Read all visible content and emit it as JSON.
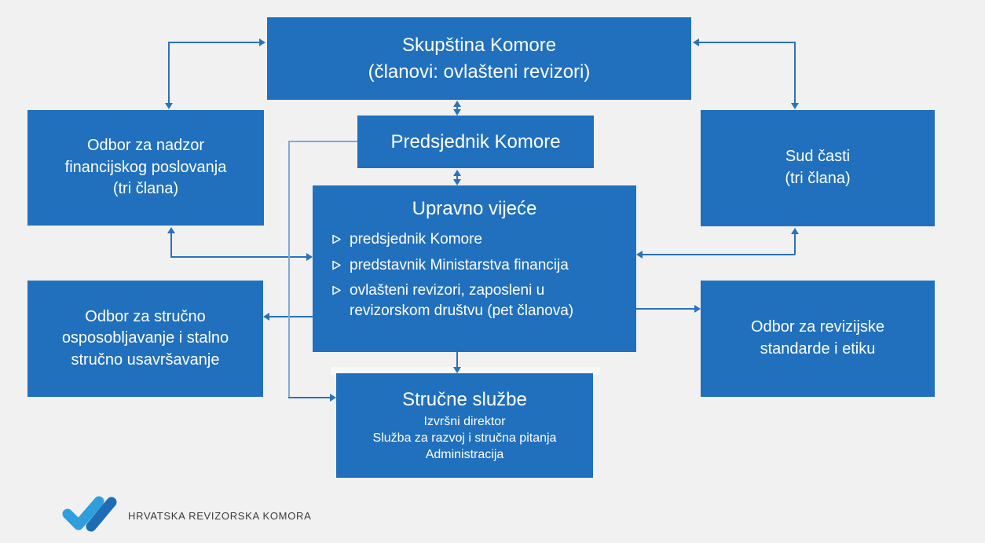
{
  "slide": {
    "background": "#f1f1f2"
  },
  "colors": {
    "box_blue": "#2170bd",
    "connector_blue": "#2a72b9",
    "connector_light_blue": "#7ea9d9",
    "box_text": "#ffffff",
    "logo_light_blue": "#2e9fdc",
    "logo_dark_blue": "#1d6cb5",
    "footer_text_color": "#3b3b3b"
  },
  "org_chart": {
    "skupstina": {
      "lines": [
        "Skupština Komore",
        "(članovi: ovlašteni revizori)"
      ]
    },
    "odbor_nadzor": {
      "lines": [
        "Odbor za nadzor",
        "financijskog poslovanja",
        "(tri člana)"
      ]
    },
    "predsjednik": {
      "label": "Predsjednik Komore"
    },
    "sud_casti": {
      "lines": [
        "Sud časti",
        "(tri člana)"
      ]
    },
    "upravno_vijece": {
      "title": "Upravno vijeće",
      "bullets": [
        "predsjednik Komore",
        "predstavnik Ministarstva financija",
        "ovlašteni revizori, zaposleni u revizorskom društvu (pet članova)"
      ]
    },
    "odbor_strucno": {
      "lines": [
        "Odbor za stručno",
        "osposobljavanje i stalno",
        "stručno usavršavanje"
      ]
    },
    "odbor_revizijske": {
      "lines": [
        "Odbor za revizijske",
        "standarde i etiku"
      ]
    },
    "strucne_sluzbe": {
      "title": "Stručne službe",
      "lines": [
        "Izvršni direktor",
        "Služba za razvoj i stručna pitanja",
        "Administracija"
      ]
    }
  },
  "footer": {
    "logo_text": "HRVATSKA REVIZORSKA KOMORA"
  }
}
